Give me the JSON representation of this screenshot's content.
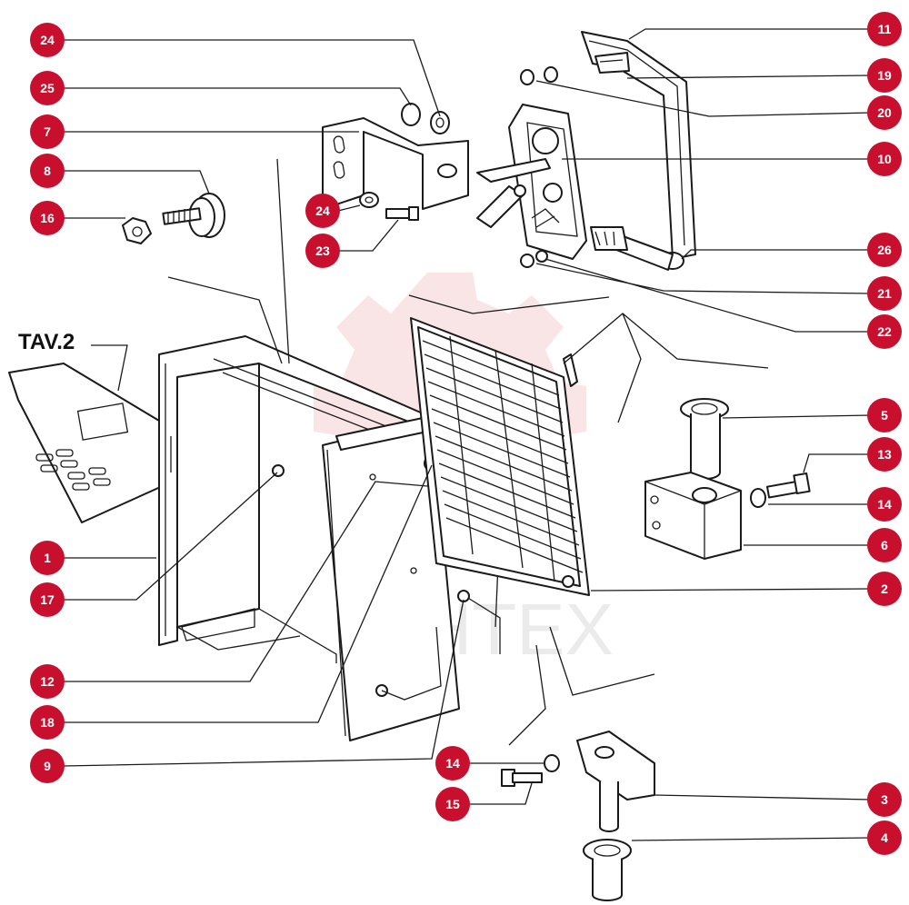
{
  "drawing": {
    "sheet_label": "TAV.2",
    "watermark_text": "MHTEX",
    "callout_color": "#c8102e",
    "callout_text_color": "#ffffff",
    "callouts": [
      {
        "id": "24a",
        "label": "24"
      },
      {
        "id": "25",
        "label": "25"
      },
      {
        "id": "7",
        "label": "7"
      },
      {
        "id": "8",
        "label": "8"
      },
      {
        "id": "16",
        "label": "16"
      },
      {
        "id": "24b",
        "label": "24"
      },
      {
        "id": "23",
        "label": "23"
      },
      {
        "id": "1",
        "label": "1"
      },
      {
        "id": "17",
        "label": "17"
      },
      {
        "id": "12",
        "label": "12"
      },
      {
        "id": "18",
        "label": "18"
      },
      {
        "id": "9",
        "label": "9"
      },
      {
        "id": "14b",
        "label": "14"
      },
      {
        "id": "15",
        "label": "15"
      },
      {
        "id": "11",
        "label": "11"
      },
      {
        "id": "19",
        "label": "19"
      },
      {
        "id": "20",
        "label": "20"
      },
      {
        "id": "10",
        "label": "10"
      },
      {
        "id": "26",
        "label": "26"
      },
      {
        "id": "21",
        "label": "21"
      },
      {
        "id": "22",
        "label": "22"
      },
      {
        "id": "5",
        "label": "5"
      },
      {
        "id": "13",
        "label": "13"
      },
      {
        "id": "14a",
        "label": "14"
      },
      {
        "id": "6",
        "label": "6"
      },
      {
        "id": "2",
        "label": "2"
      },
      {
        "id": "3",
        "label": "3"
      },
      {
        "id": "4",
        "label": "4"
      }
    ]
  }
}
